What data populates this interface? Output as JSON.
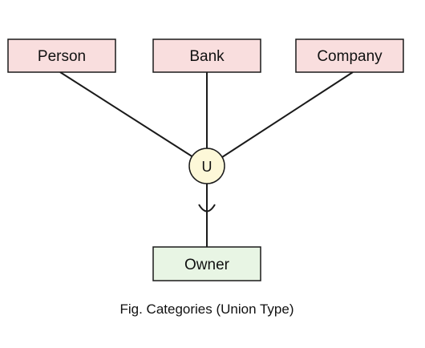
{
  "diagram": {
    "superclasses": [
      {
        "id": "person",
        "label": "Person"
      },
      {
        "id": "bank",
        "label": "Bank"
      },
      {
        "id": "company",
        "label": "Company"
      }
    ],
    "union_node": {
      "symbol": "U"
    },
    "subclass": {
      "id": "owner",
      "label": "Owner"
    },
    "caption": "Fig. Categories (Union Type)",
    "colors": {
      "superclass_fill": "#f9dede",
      "subclass_fill": "#e8f5e4",
      "union_fill": "#fdf8d8",
      "line": "#1a1a1a"
    }
  }
}
